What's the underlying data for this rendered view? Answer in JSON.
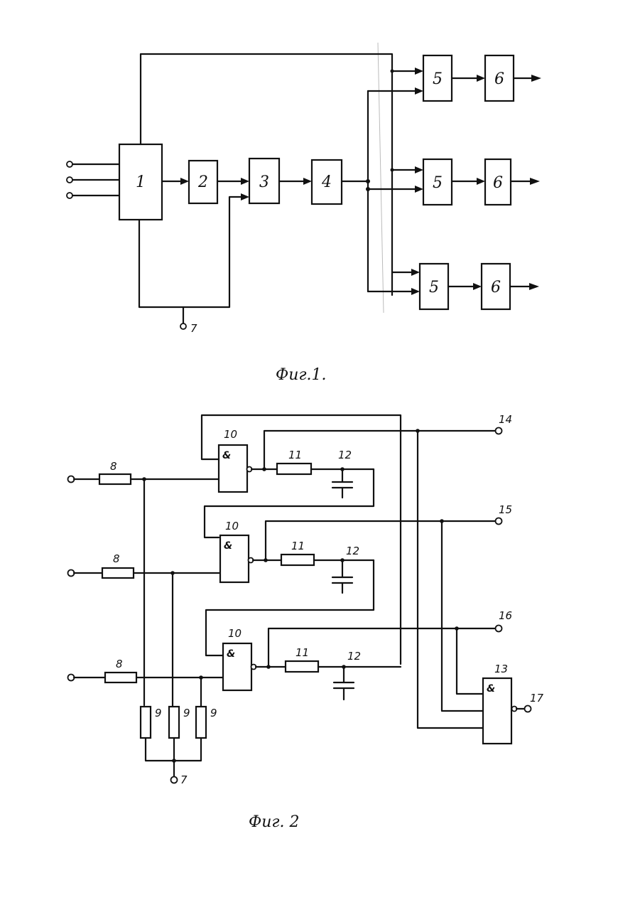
{
  "fig1": {
    "caption": "Фиг.1.",
    "labels": {
      "b1": "1",
      "b2": "2",
      "b3": "3",
      "b4": "4",
      "b5a": "5",
      "b5b": "5",
      "b5c": "5",
      "b6a": "6",
      "b6b": "6",
      "b6c": "6",
      "t7": "7"
    }
  },
  "fig2": {
    "caption": "Фиг. 2",
    "labels": {
      "r8a": "8",
      "r8b": "8",
      "r8c": "8",
      "r9a": "9",
      "r9b": "9",
      "r9c": "9",
      "g10a": "10",
      "g10b": "10",
      "g10c": "10",
      "r11a": "11",
      "r11b": "11",
      "r11c": "11",
      "c12a": "12",
      "c12b": "12",
      "c12c": "12",
      "g13": "13",
      "t14": "14",
      "t15": "15",
      "t16": "16",
      "t17": "17",
      "t7": "7",
      "and": "&"
    }
  }
}
